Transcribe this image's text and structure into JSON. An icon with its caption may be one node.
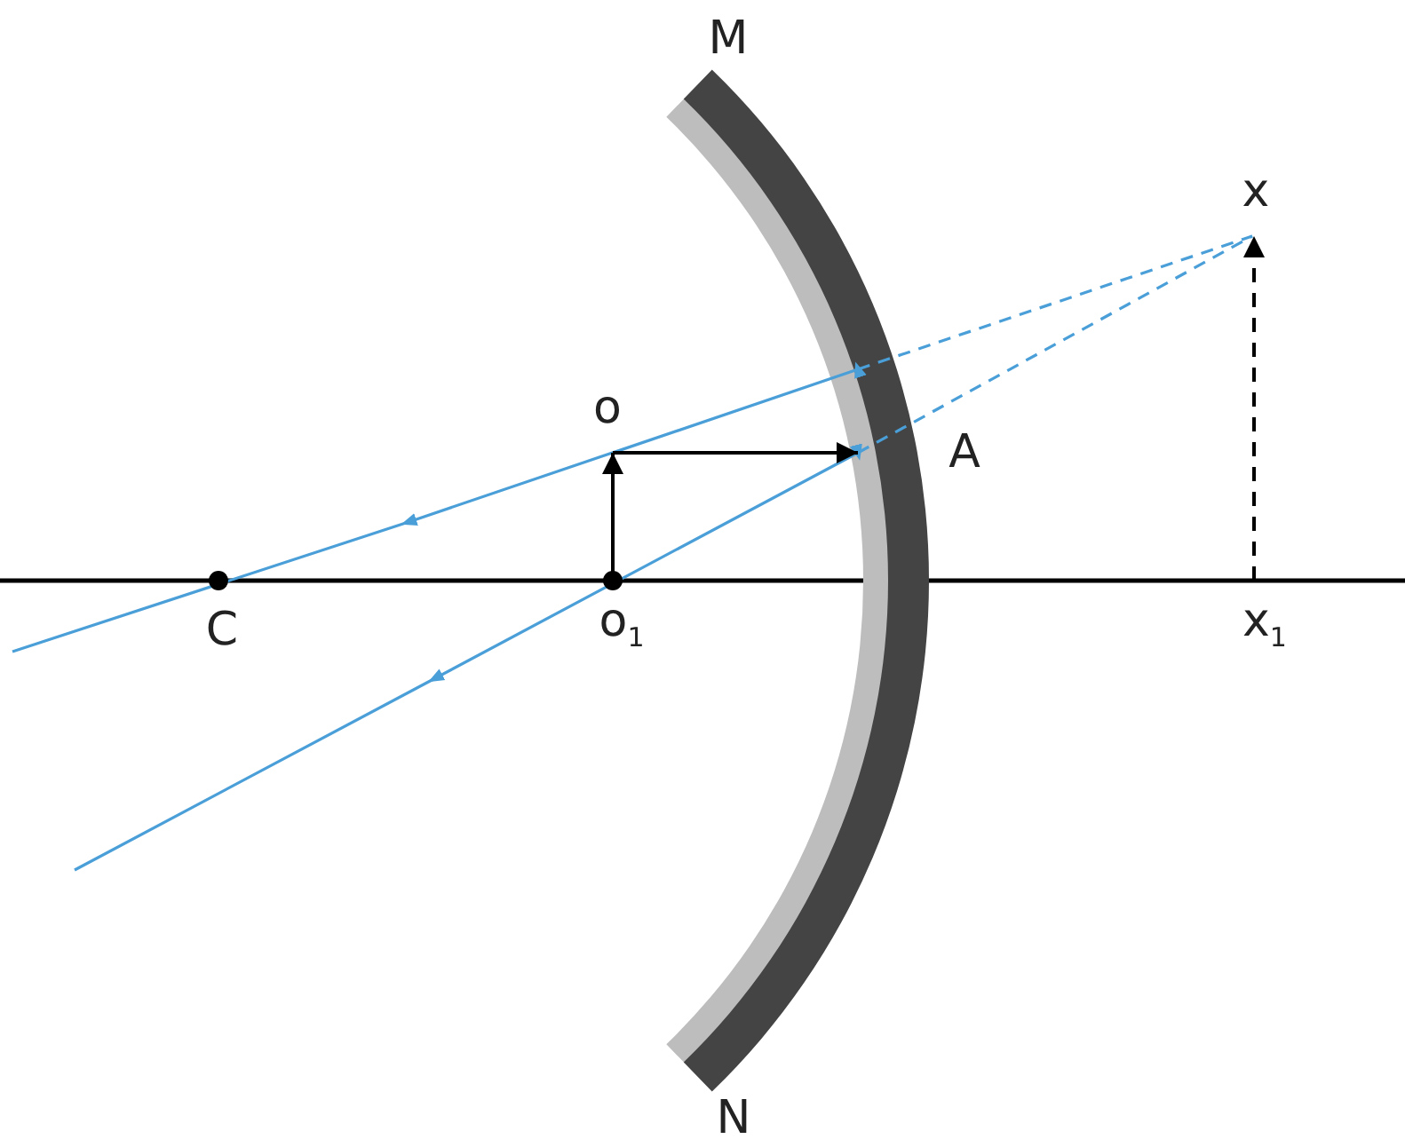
{
  "diagram": {
    "labels": [
      "M",
      "x",
      "o",
      "A",
      "C",
      "o$_{1}$",
      "x$_{1}$",
      "N"
    ]
  }
}
